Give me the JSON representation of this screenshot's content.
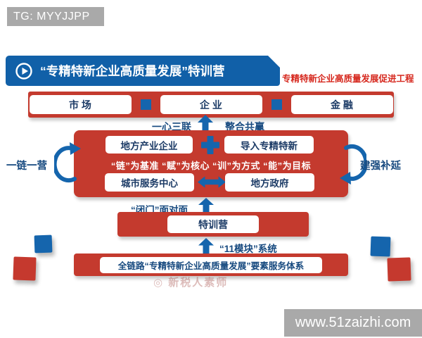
{
  "colors": {
    "red": "#c43a2e",
    "title_blue": "#1160a8",
    "arrow_blue": "#1565ad",
    "dark_blue_text": "#17497e",
    "red_text": "#d6281e",
    "badge_gray": "#a9a9a9"
  },
  "overlays": {
    "tg_badge": "TG: MYYJJPP",
    "site_badge": "www.51zaizhi.com",
    "watermark": "◎ 新税人素师"
  },
  "header": {
    "title": "“专精特新企业高质量发展”特训营",
    "subtitle": "专精特新企业高质量发展促进工程"
  },
  "top_bar": {
    "items": [
      "市 场",
      "企 业",
      "金 融"
    ]
  },
  "mid_labels": {
    "left": "一心三联",
    "right": "整合共赢"
  },
  "core_box": {
    "top_left": "地方产业企业",
    "top_right": "导入专精特新",
    "slogan": "“链”为基准 “赋”为核心 “训”为方式 “能”为目标",
    "bottom_left": "城市服务中心",
    "bottom_right": "地方政府"
  },
  "side_labels": {
    "left": "一链一营",
    "right": "建强补延"
  },
  "camp": {
    "arrow_label": "“闭门”面对面",
    "box_label": "特训营",
    "system_label": "“11模块”系统"
  },
  "bottom_bar": {
    "label": "全链路“专精特新企业高质量发展”要素服务体系"
  }
}
